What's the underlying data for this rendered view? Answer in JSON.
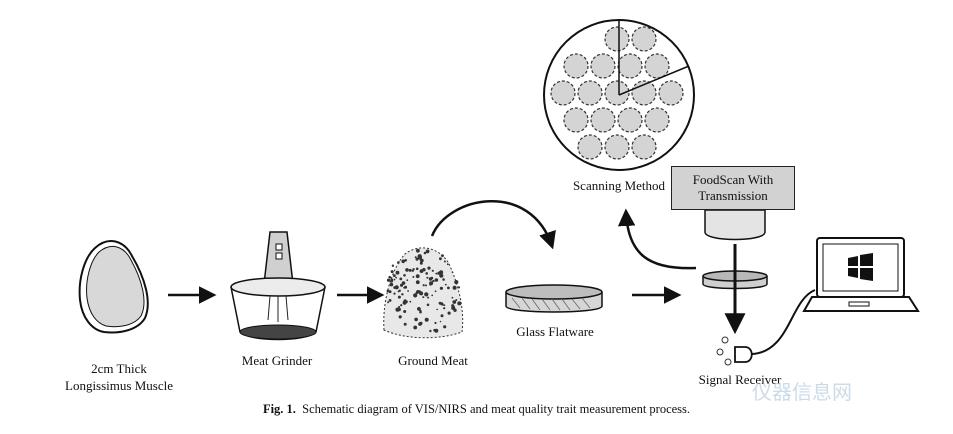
{
  "labels": {
    "muscle_line1": "2cm Thick",
    "muscle_line2": "Longissimus Muscle",
    "grinder": "Meat Grinder",
    "ground_meat": "Ground Meat",
    "flatware": "Glass Flatware",
    "scanning_method": "Scanning Method",
    "foodscan_line1": "FoodScan With",
    "foodscan_line2": "Transmission",
    "receiver": "Signal Receiver"
  },
  "caption": {
    "prefix": "Fig. 1.",
    "text": "Schematic diagram of VIS/NIRS and meat quality trait measurement process."
  },
  "watermark": "仪器信息网",
  "colors": {
    "fill_gray": "#d8d8d8",
    "stroke": "#111111",
    "watermark": "#b8cde0"
  }
}
